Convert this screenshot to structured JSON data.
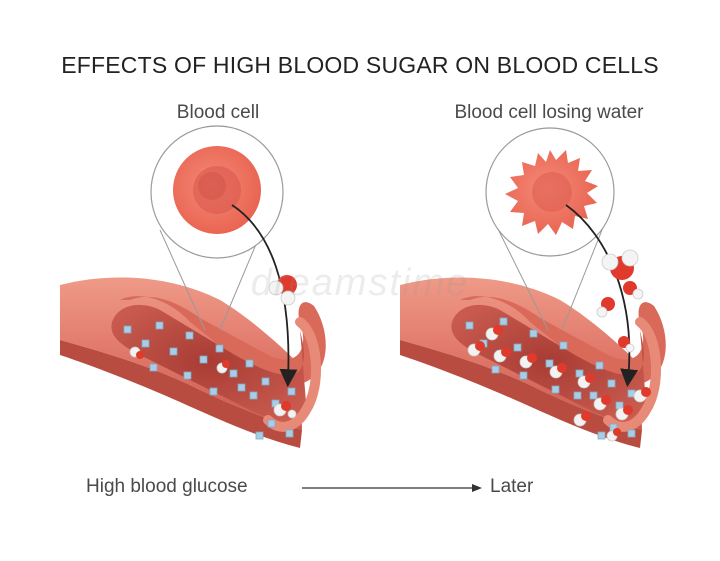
{
  "title": "EFFECTS OF HIGH BLOOD SUGAR ON BLOOD CELLS",
  "labels": {
    "left_cell": "Blood cell",
    "right_cell": "Blood cell losing water",
    "flow_start": "High blood glucose",
    "flow_end": "Later"
  },
  "watermark": "dreamstime",
  "colors": {
    "vessel": "#e07a68",
    "vessel_dark": "#c85848",
    "vessel_inner": "#b94a40",
    "cell": "#f07060",
    "glucose": "#9ec6df",
    "water_red": "#e03a2c",
    "water_white": "#f2f2f2"
  }
}
